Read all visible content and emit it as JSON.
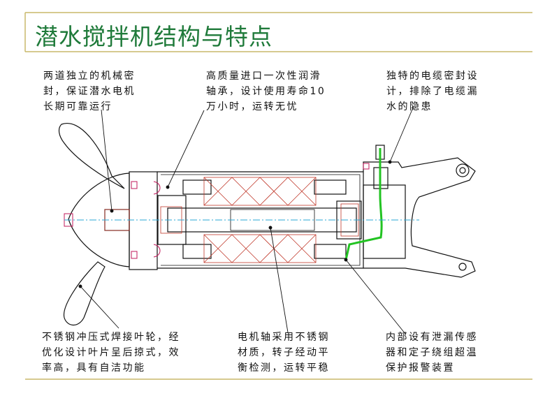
{
  "title": "潜水搅拌机结构与特点",
  "annotations": {
    "seals": "两道独立的机械密\n封，保证潜水电机\n长期可靠运行",
    "bearing": "高质量进口一次性润滑\n轴承，设计使用寿命10\n万小时，运转无忧",
    "cable": "独特的电缆密封设\n计，排除了电缆漏\n水的隐患",
    "impeller": "不锈钢冲压式焊接叶轮，经\n优化设计叶片呈后掠式，效\n率高，具有自洁功能",
    "shaft": "电机轴采用不锈钢\n材质，转子经动平\n衡检测，运转平稳",
    "protection": "内部设有泄漏传感\n器和定子绕组超温\n保护报警装置"
  },
  "colors": {
    "title": "#1f7a3a",
    "rule": "#c8b86a",
    "line": "#111111",
    "winding": "#c0392b",
    "seal": "#c2185b",
    "cable": "#22c322",
    "axis": "#2aa7d6"
  }
}
